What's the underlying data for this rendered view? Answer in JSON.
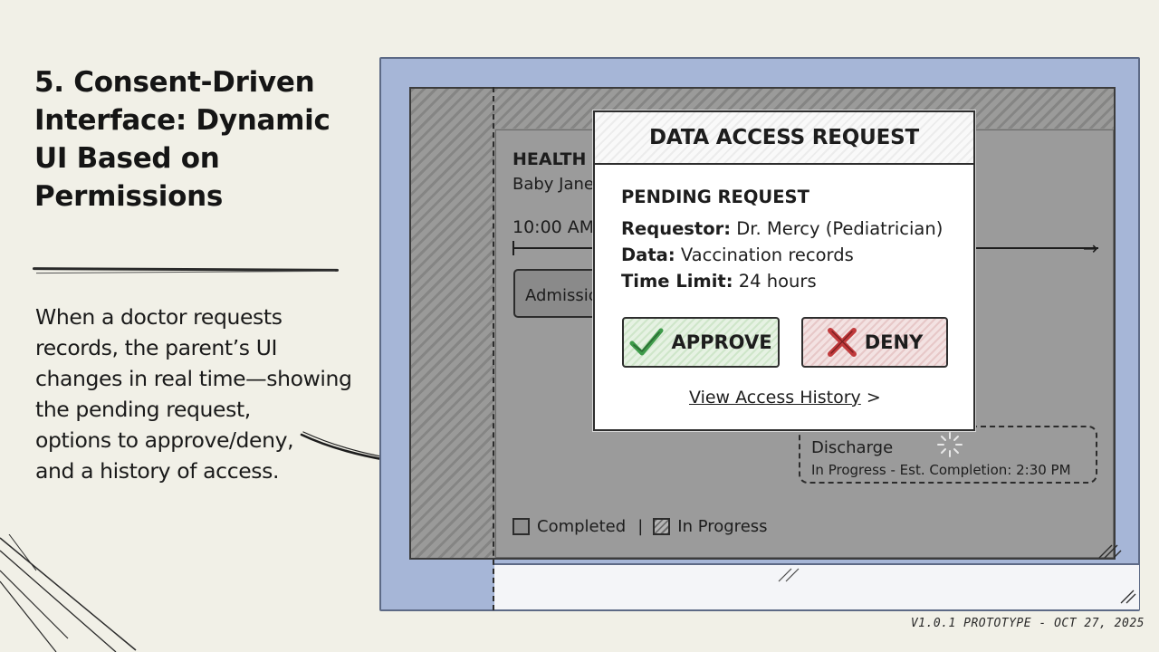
{
  "slide": {
    "heading_lines": [
      "5. Consent-Driven",
      "Interface: Dynamic",
      "UI Based on",
      "Permissions"
    ],
    "description_lines": [
      "When a doctor requests",
      "records, the parent’s UI",
      "changes in real time—showing",
      "the pending request,",
      "options to approve/deny,",
      "and a history of access."
    ],
    "footer": "V1.0.1 PROTOTYPE - OCT 27, 2025"
  },
  "app": {
    "panel_title": "HEALTH E",
    "patient_name": "Baby Jane",
    "timeline_start": "10:00 AM",
    "admission_label": "Admission",
    "discharge": {
      "title": "Discharge",
      "status": "In Progress - Est. Completion: 2:30 PM"
    },
    "legend": {
      "completed": "Completed",
      "separator": "|",
      "in_progress": "In Progress"
    }
  },
  "modal": {
    "title": "DATA ACCESS REQUEST",
    "section_heading": "PENDING REQUEST",
    "requestor_label": "Requestor:",
    "requestor_value": " Dr. Mercy (Pediatrician)",
    "data_label": "Data:",
    "data_value": " Vaccination records",
    "time_limit_label": "Time Limit:",
    "time_limit_value": " 24 hours",
    "approve_label": "APPROVE",
    "deny_label": "DENY",
    "history_link": "View Access History",
    "history_chevron": " >"
  },
  "colors": {
    "background": "#f1f0e7",
    "device_frame": "#a6b6d7",
    "approve_tint": "#cfe6ca",
    "deny_tint": "#e7c8c8",
    "check_green": "#3e9b4a",
    "cross_red": "#c0393b"
  },
  "icons": {
    "approve": "check-icon",
    "deny": "cross-icon",
    "loading": "spinner-icon",
    "annotation_arrow": "arrow-icon"
  }
}
